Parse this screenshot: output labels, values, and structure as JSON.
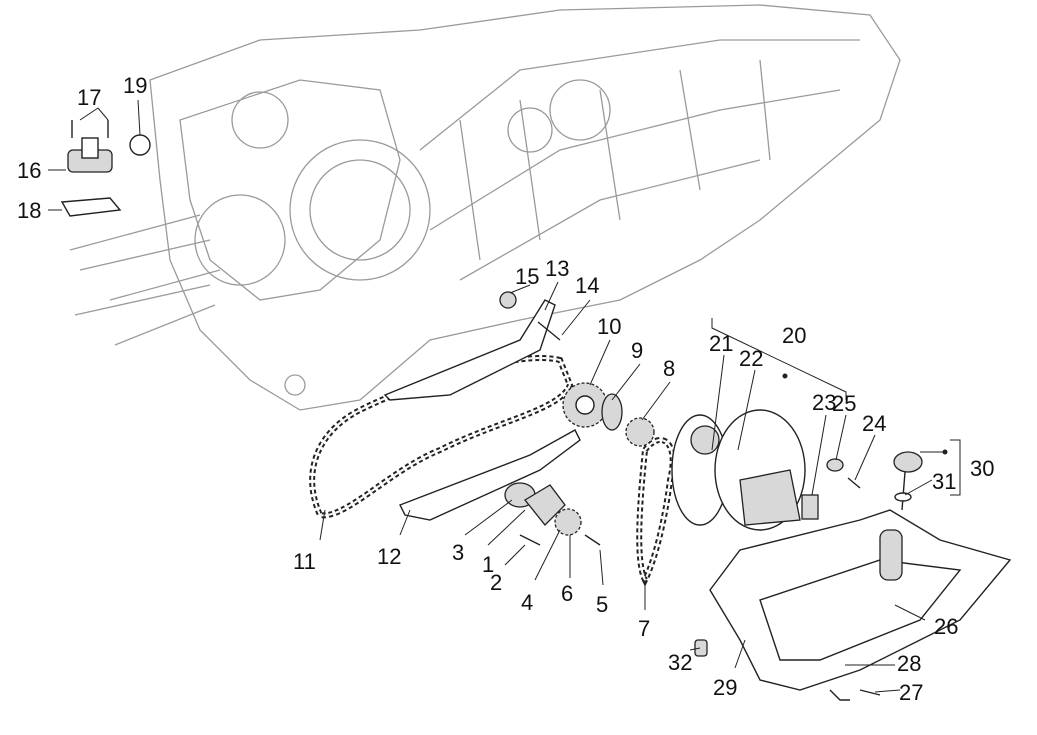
{
  "diagram": {
    "title": "Oil pump exploded view",
    "labels": [
      "1",
      "2",
      "3",
      "4",
      "5",
      "6",
      "7",
      "8",
      "9",
      "10",
      "11",
      "12",
      "13",
      "14",
      "15",
      "16",
      "17",
      "18",
      "19",
      "20",
      "21",
      "22",
      "23",
      "24",
      "25",
      "26",
      "27",
      "28",
      "29",
      "30",
      "31",
      "32"
    ]
  }
}
